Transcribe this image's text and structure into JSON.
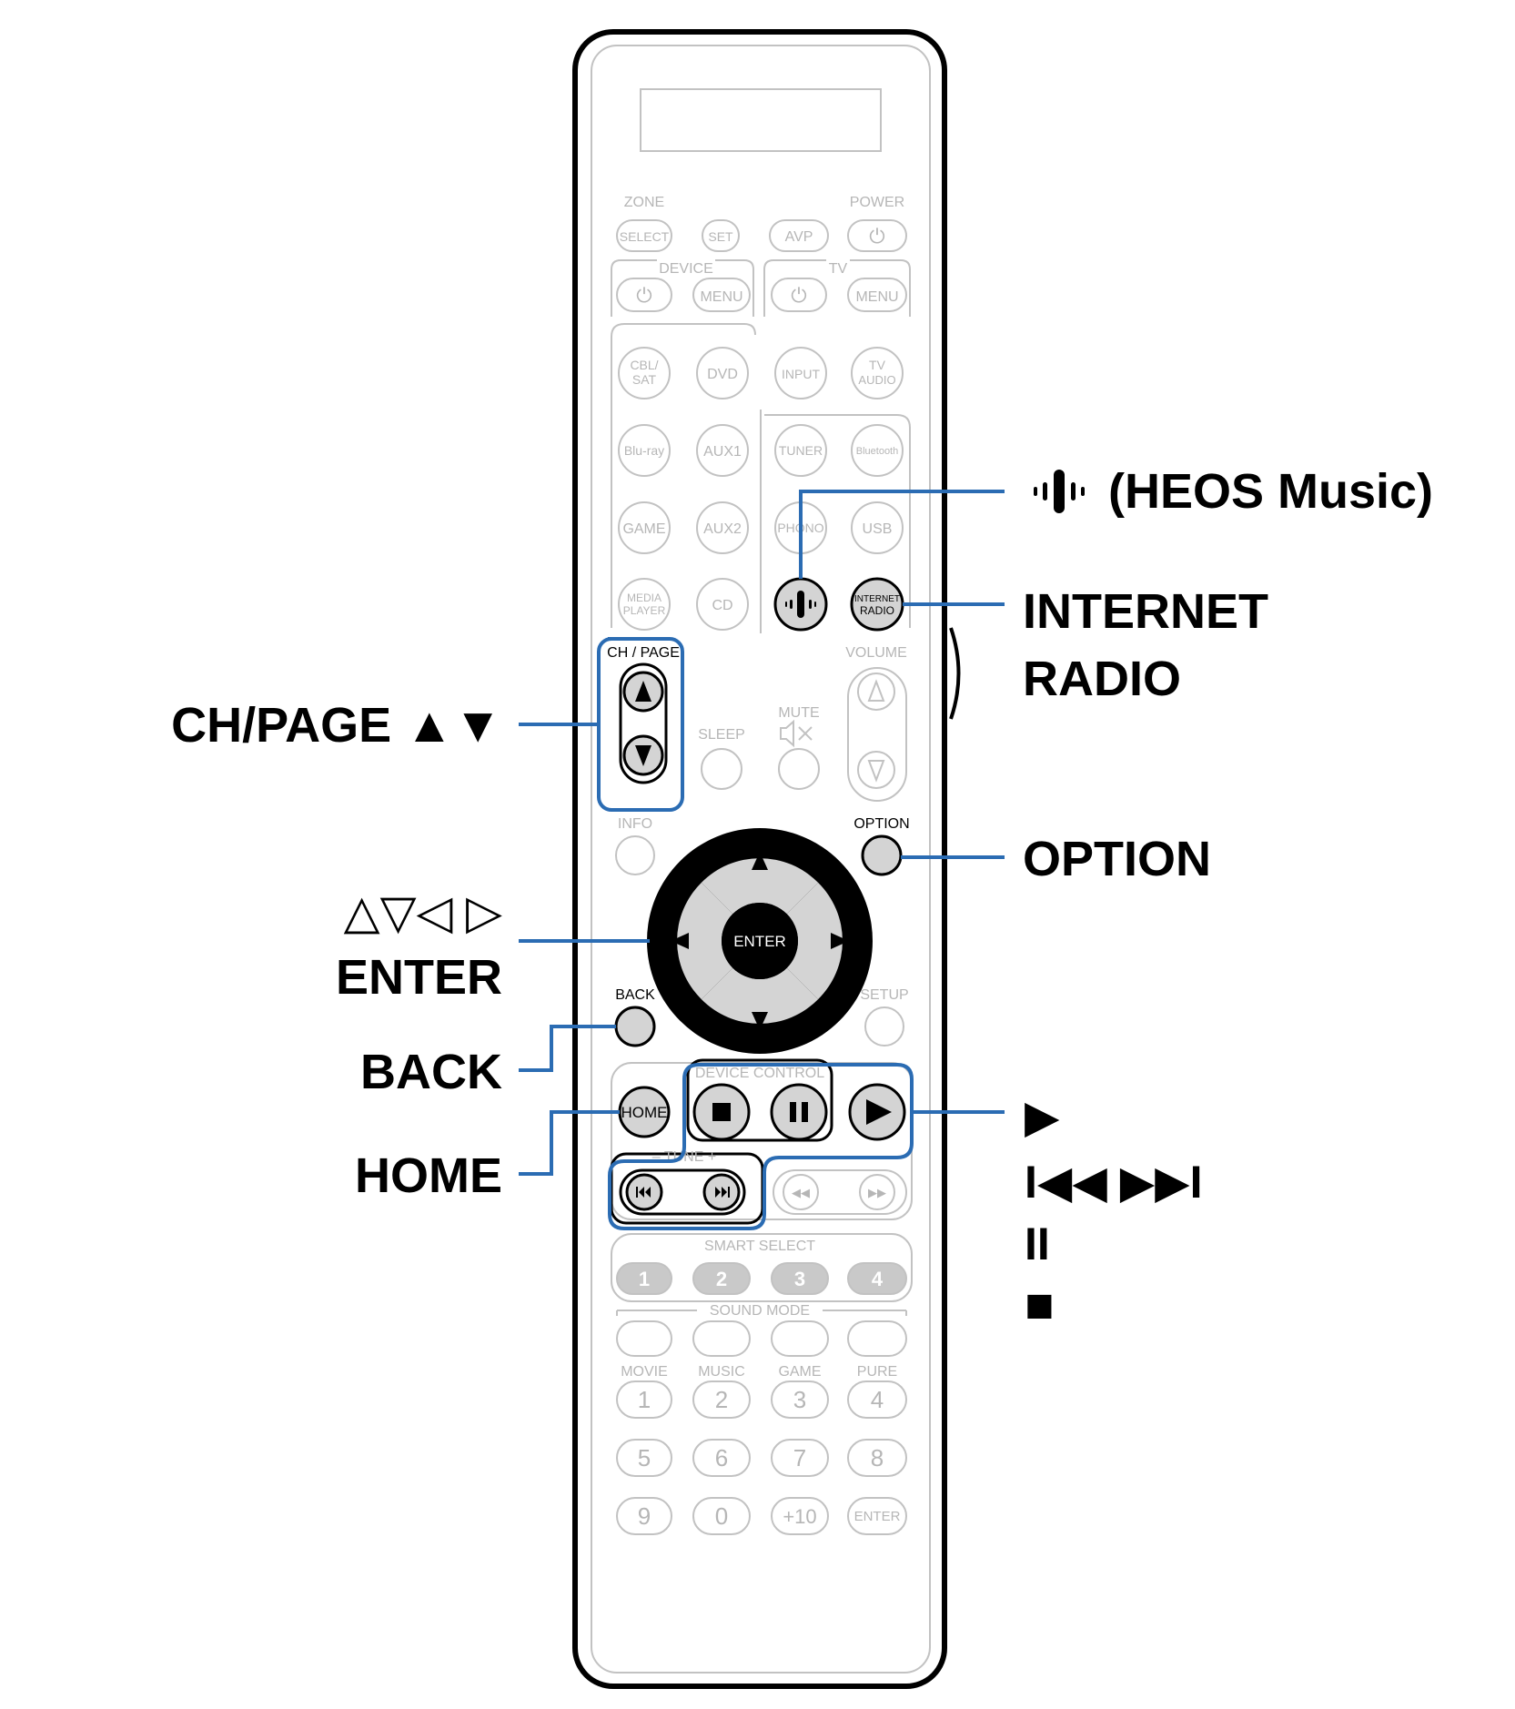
{
  "colors": {
    "callout_line": "#2b6cb3",
    "faint_outline": "#c2c2c2",
    "faint_text": "#b6b6b6",
    "active_button": "#d4d4d4",
    "body_outline": "#000000"
  },
  "remote": {
    "zone_label": "ZONE",
    "power_label": "POWER",
    "select_label": "SELECT",
    "set_label": "SET",
    "avp_label": "AVP",
    "device_label": "DEVICE",
    "tv_label": "TV",
    "menu_label": "MENU",
    "tv_menu_label": "MENU",
    "sources": {
      "cbl_sat": [
        "CBL/",
        "SAT"
      ],
      "dvd": "DVD",
      "input": "INPUT",
      "tv_audio": [
        "TV",
        "AUDIO"
      ],
      "bluray": "Blu-ray",
      "aux1": "AUX1",
      "tuner": "TUNER",
      "bluetooth": "Bluetooth",
      "game": "GAME",
      "aux2": "AUX2",
      "phono": "PHONO",
      "usb": "USB",
      "media_player": [
        "MEDIA",
        "PLAYER"
      ],
      "cd": "CD",
      "internet_radio": [
        "INTERNET",
        "RADIO"
      ]
    },
    "ch_page_label": "CH / PAGE",
    "volume_label": "VOLUME",
    "sleep_label": "SLEEP",
    "mute_label": "MUTE",
    "info_label": "INFO",
    "option_label": "OPTION",
    "enter_label": "ENTER",
    "back_label": "BACK",
    "setup_label": "SETUP",
    "device_control_label": "DEVICE CONTROL",
    "home_label": "HOME",
    "tune_label": "–  TUNE  +",
    "smart_select_label": "SMART SELECT",
    "smart_select_numbers": [
      "1",
      "2",
      "3",
      "4"
    ],
    "sound_mode_label": "SOUND MODE",
    "sound_modes": [
      "MOVIE",
      "MUSIC",
      "GAME",
      "PURE"
    ],
    "keypad": [
      "1",
      "2",
      "3",
      "4",
      "5",
      "6",
      "7",
      "8",
      "9",
      "0",
      "+10",
      "ENTER"
    ]
  },
  "callouts": {
    "heos": "(HEOS Music)",
    "internet_radio": [
      "INTERNET",
      "RADIO"
    ],
    "ch_page": "CH/PAGE ▲▼",
    "option": "OPTION",
    "cursor": "△▽◁ ▷",
    "enter": "ENTER",
    "back": "BACK",
    "home": "HOME",
    "play": "▶",
    "skip": "I◀◀  ▶▶I",
    "pause": "II",
    "stop": "■"
  }
}
